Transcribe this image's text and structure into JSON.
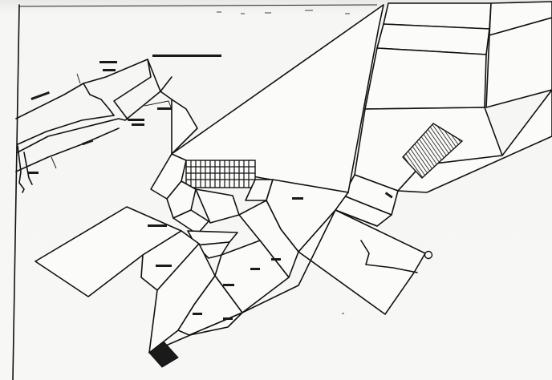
{
  "document": {
    "kind": "scanned cadastral site plan",
    "printed_text_legible": false
  },
  "colors": {
    "paper": "#f7f7f5",
    "ink": "#111111",
    "scan_edge_shadow": "#e9e9e6"
  },
  "features": {
    "boundary_marker_icon": "circle-marker-icon",
    "hatched_block": "hatched-building-block",
    "filled_block": "solid-black-block",
    "dense_grid": "dense-parcel-grid"
  }
}
